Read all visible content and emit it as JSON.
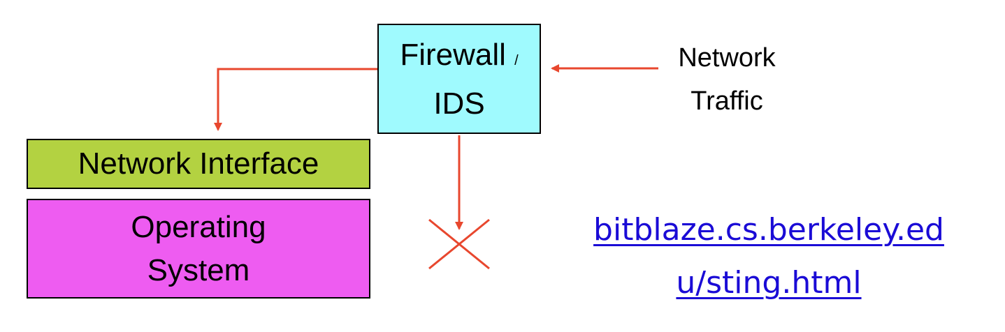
{
  "firewall": {
    "line1": "Firewall",
    "slash": "/",
    "line2": "IDS"
  },
  "network_traffic": {
    "line1": "Network",
    "line2": "Traffic"
  },
  "network_interface": {
    "label": "Network Interface"
  },
  "operating_system": {
    "line1": "Operating",
    "line2": "System"
  },
  "link": {
    "line1": "bitblaze.cs.berkeley.ed",
    "line2": "u/sting.html"
  },
  "colors": {
    "firewall_fill": "#9ffafe",
    "network_interface_fill": "#b3d241",
    "operating_system_fill": "#ee5cf1",
    "arrow": "#e8472e",
    "link": "#1a0bd6"
  }
}
